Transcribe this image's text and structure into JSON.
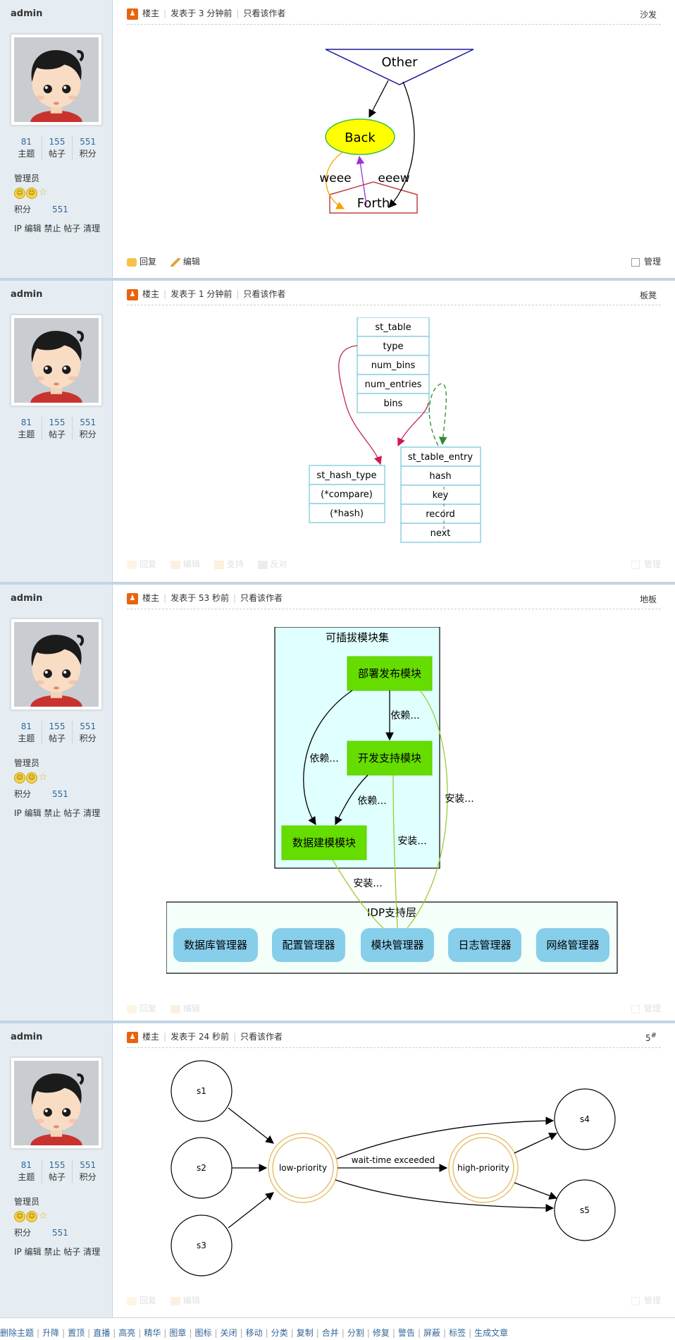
{
  "user": {
    "name": "admin",
    "topics": "81",
    "topics_label": "主题",
    "posts": "155",
    "posts_label": "帖子",
    "points": "551",
    "points_label": "积分",
    "role": "管理员",
    "points_row_label": "积分",
    "points_row_value": "551",
    "admin_links": [
      "IP",
      "编辑",
      "禁止",
      "帖子",
      "清理"
    ]
  },
  "posts": [
    {
      "poster": "楼主",
      "time": "发表于 3 分钟前",
      "only_author": "只看该作者",
      "floor": "沙发",
      "footer": [
        "回复",
        "编辑"
      ],
      "manage": "管理",
      "diagram": {
        "nodes": [
          "Other",
          "Back",
          "Forth"
        ],
        "edge_labels": [
          "weee",
          "eeew"
        ]
      }
    },
    {
      "poster": "楼主",
      "time": "发表于 1 分钟前",
      "only_author": "只看该作者",
      "floor": "板凳",
      "footer": [
        "回复",
        "编辑",
        "支持",
        "反对"
      ],
      "manage": "管理",
      "diagram": {
        "st_table": [
          "st_table",
          "type",
          "num_bins",
          "num_entries",
          "bins"
        ],
        "st_hash_type": [
          "st_hash_type",
          "(*compare)",
          "(*hash)"
        ],
        "st_table_entry": [
          "st_table_entry",
          "hash",
          "key",
          "record",
          "next"
        ]
      }
    },
    {
      "poster": "楼主",
      "time": "发表于 53 秒前",
      "only_author": "只看该作者",
      "floor": "地板",
      "footer": [
        "回复",
        "编辑"
      ],
      "manage": "管理",
      "diagram": {
        "cluster_top": "可插拔模块集",
        "modules": [
          "部署发布模块",
          "开发支持模块",
          "数据建模模块"
        ],
        "edge_labels": [
          "依赖...",
          "依赖...",
          "依赖...",
          "安装...",
          "安装...",
          "安装..."
        ],
        "cluster_bottom": "IDP支持层",
        "managers": [
          "数据库管理器",
          "配置管理器",
          "模块管理器",
          "日志管理器",
          "网络管理器"
        ]
      }
    },
    {
      "poster": "楼主",
      "time": "发表于 24 秒前",
      "only_author": "只看该作者",
      "floor": "5",
      "floor_sup": "#",
      "footer": [
        "回复",
        "编辑"
      ],
      "manage": "管理",
      "diagram": {
        "nodes": [
          "s1",
          "s2",
          "s3",
          "low-priority",
          "high-priority",
          "s4",
          "s5"
        ],
        "edge_label": "wait-time exceeded"
      }
    }
  ],
  "bottom_actions": [
    "删除主题",
    "升降",
    "置顶",
    "直播",
    "高亮",
    "精华",
    "图章",
    "图标",
    "关闭",
    "移动",
    "分类",
    "复制",
    "合并",
    "分割",
    "修复",
    "警告",
    "屏蔽",
    "标签",
    "生成文章"
  ]
}
